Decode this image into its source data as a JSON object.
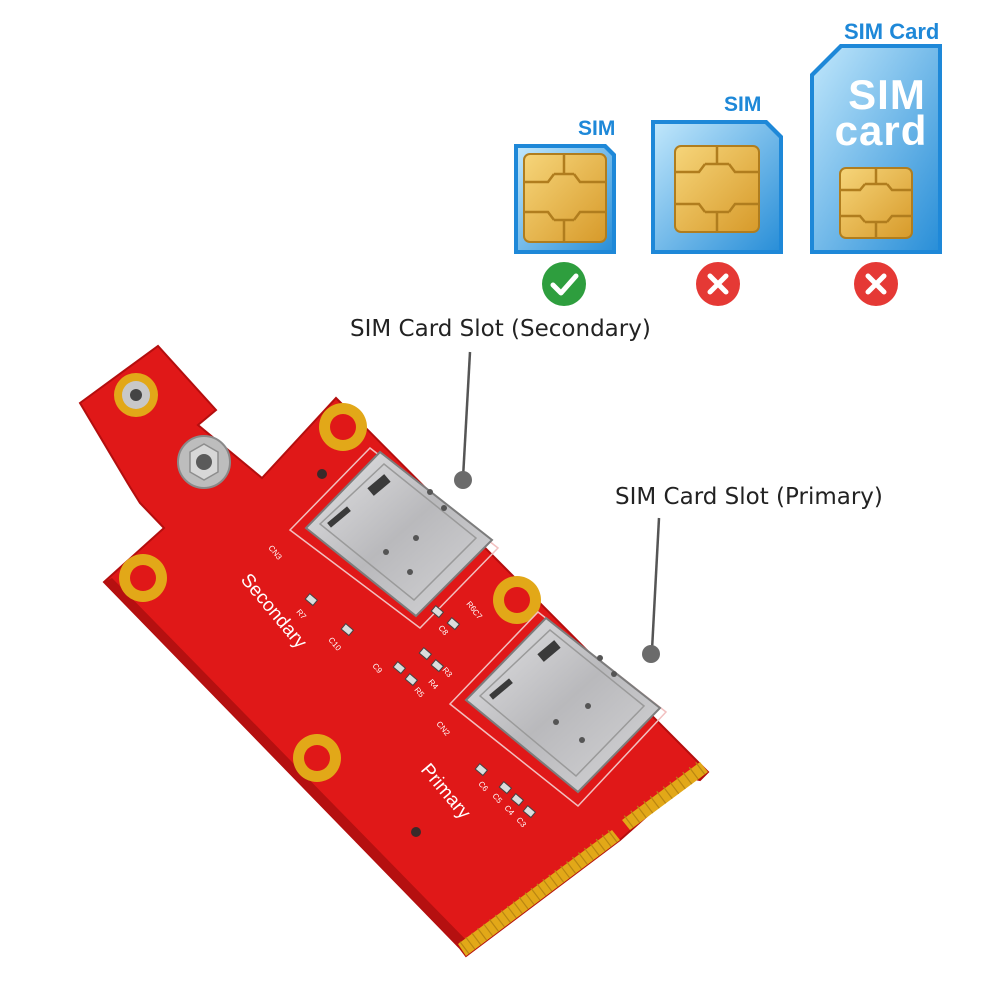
{
  "sim_sizes": [
    {
      "name": "nano-sim",
      "label": "SIM",
      "inner_text": "",
      "compatible": true,
      "status_icon": "check-icon",
      "status_color": "#2e9e3e"
    },
    {
      "name": "micro-sim",
      "label": "SIM",
      "inner_text": "",
      "compatible": false,
      "status_icon": "cross-icon",
      "status_color": "#e53935"
    },
    {
      "name": "standard-sim",
      "label": "SIM Card",
      "inner_text_line1": "SIM",
      "inner_text_line2": "card",
      "compatible": false,
      "status_icon": "cross-icon",
      "status_color": "#e53935"
    }
  ],
  "callouts": {
    "secondary": "SIM Card Slot (Secondary)",
    "primary": "SIM Card Slot (Primary)"
  },
  "board": {
    "silkscreen_secondary": "Secondary",
    "silkscreen_primary": "Primary",
    "labels": [
      "CN3",
      "CN2",
      "R7",
      "C10",
      "C9",
      "C8",
      "R6",
      "R5",
      "R4",
      "R3",
      "C7",
      "C6",
      "C5",
      "C4",
      "C3"
    ]
  },
  "colors": {
    "sim_blue": "#1e88d8",
    "sim_blue_light": "#8fd0f5",
    "chip_gold": "#e8b84a",
    "pcb_red": "#e01818",
    "gold_pad": "#e2a818",
    "slot_metal": "#c9c9cb"
  }
}
